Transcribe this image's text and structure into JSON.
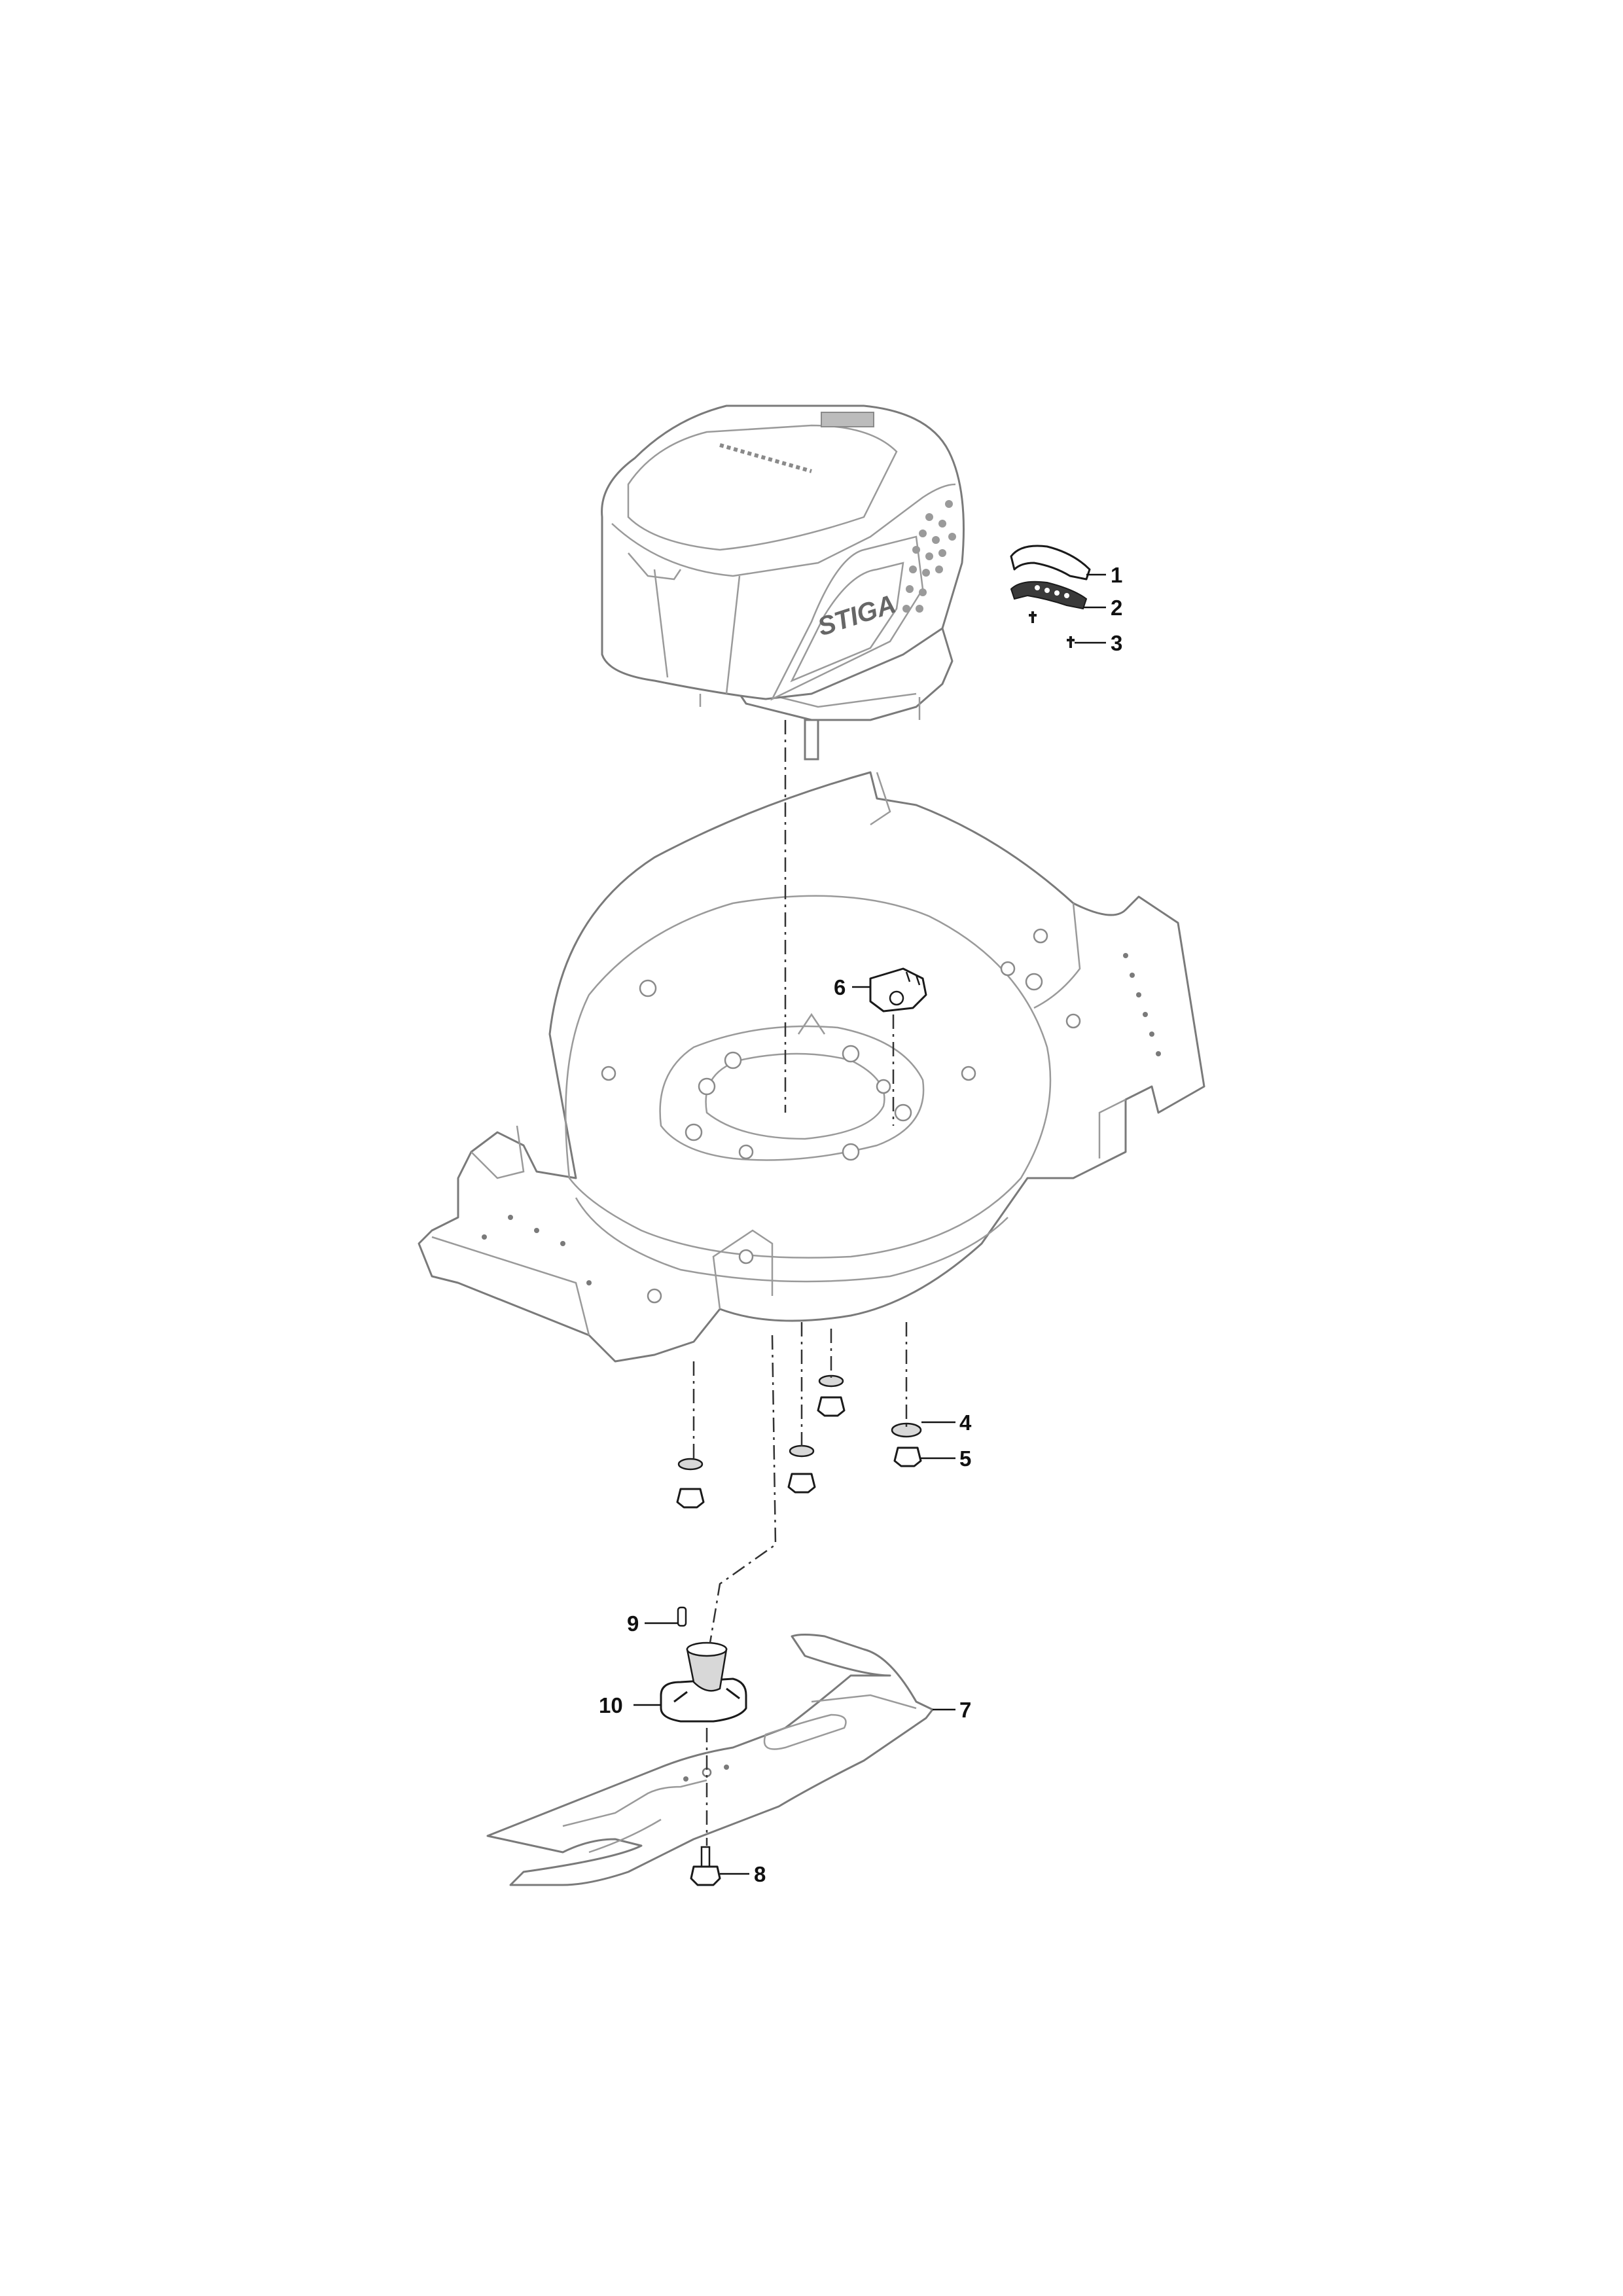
{
  "brand": "STIGA",
  "callouts": [
    {
      "id": "1",
      "label": "1"
    },
    {
      "id": "2",
      "label": "2"
    },
    {
      "id": "3",
      "label": "3"
    },
    {
      "id": "4",
      "label": "4"
    },
    {
      "id": "5",
      "label": "5"
    },
    {
      "id": "6",
      "label": "6"
    },
    {
      "id": "7",
      "label": "7"
    },
    {
      "id": "8",
      "label": "8"
    },
    {
      "id": "9",
      "label": "9"
    },
    {
      "id": "10",
      "label": "10"
    }
  ]
}
